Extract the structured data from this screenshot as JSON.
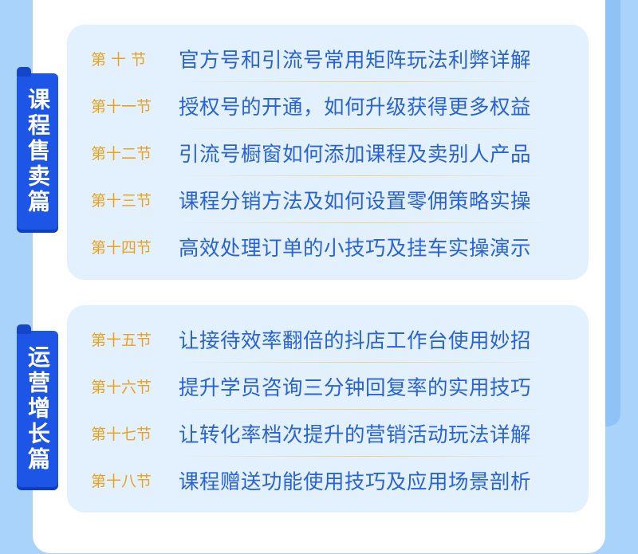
{
  "groups": [
    {
      "name": "课程售卖篇",
      "lessons": [
        {
          "section": "第 十 节",
          "title": "官方号和引流号常用矩阵玩法利弊详解"
        },
        {
          "section": "第十一节",
          "title": "授权号的开通，如何升级获得更多权益"
        },
        {
          "section": "第十二节",
          "title": "引流号橱窗如何添加课程及卖别人产品"
        },
        {
          "section": "第十三节",
          "title": "课程分销方法及如何设置零佣策略实操"
        },
        {
          "section": "第十四节",
          "title": "高效处理订单的小技巧及挂车实操演示"
        }
      ]
    },
    {
      "name": "运营增长篇",
      "lessons": [
        {
          "section": "第十五节",
          "title": "让接待效率翻倍的抖店工作台使用妙招"
        },
        {
          "section": "第十六节",
          "title": "提升学员咨询三分钟回复率的实用技巧"
        },
        {
          "section": "第十七节",
          "title": "让转化率档次提升的营销活动玩法详解"
        },
        {
          "section": "第十八节",
          "title": "课程赠送功能使用技巧及应用场景剖析"
        }
      ]
    }
  ],
  "colors": {
    "background": "#a9d3fb",
    "panel": "#e2f1fd",
    "tab": "#1d55e6",
    "section_text": "#eaa21f",
    "title_text": "#2a63d8"
  }
}
